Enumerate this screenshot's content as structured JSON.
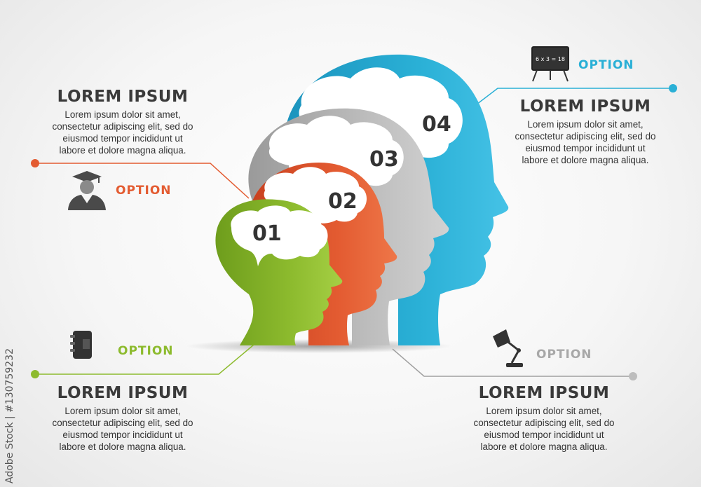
{
  "colors": {
    "step1": "#8dbb2e",
    "step2": "#e35b31",
    "step3": "#bdbdbd",
    "step4": "#2ab0d6",
    "text": "#3a3a3a"
  },
  "steps": [
    {
      "number": "01",
      "option": "OPTION",
      "icon": "folder-icon",
      "title": "LOREM IPSUM",
      "body": [
        "Lorem ipsum dolor sit amet,",
        "consectetur adipiscing elit, sed do",
        "eiusmod tempor incididunt ut",
        "labore et dolore magna aliqua."
      ]
    },
    {
      "number": "02",
      "option": "OPTION",
      "icon": "graduate-icon",
      "title": "LOREM IPSUM",
      "body": [
        "Lorem ipsum dolor sit amet,",
        "consectetur adipiscing elit, sed do",
        "eiusmod tempor incididunt ut",
        "labore et dolore magna aliqua."
      ]
    },
    {
      "number": "03",
      "option": "OPTION",
      "icon": "desk-lamp-icon",
      "title": "LOREM IPSUM",
      "body": [
        "Lorem ipsum dolor sit amet,",
        "consectetur adipiscing elit, sed do",
        "eiusmod tempor incididunt ut",
        "labore et dolore magna aliqua."
      ]
    },
    {
      "number": "04",
      "option": "OPTION",
      "icon": "blackboard-icon",
      "board_text": "6 x 3 = 18",
      "title": "LOREM IPSUM",
      "body": [
        "Lorem ipsum dolor sit amet,",
        "consectetur adipiscing elit, sed do",
        "eiusmod tempor incididunt ut",
        "labore et dolore magna aliqua."
      ]
    }
  ],
  "credit": "Adobe Stock | #130759232"
}
